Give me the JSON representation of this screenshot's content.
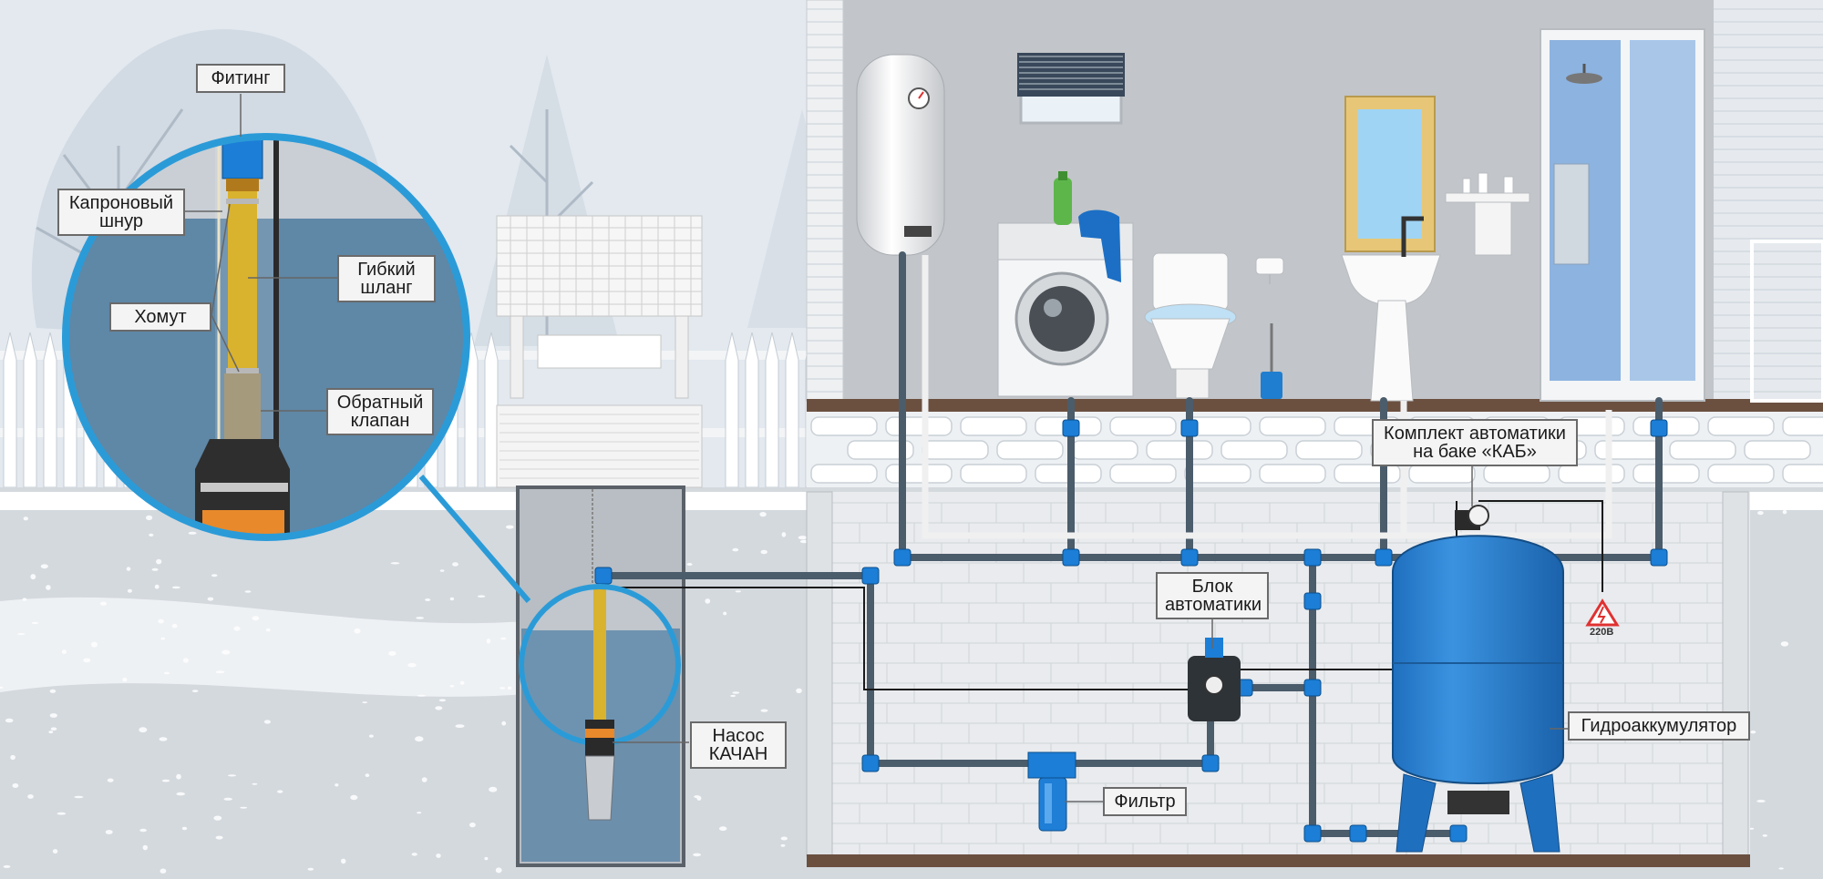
{
  "labels": {
    "fitting": "Фитинг",
    "nylon_cord": [
      "Капроновый",
      "шнур"
    ],
    "flexible_hose": [
      "Гибкий",
      "шланг"
    ],
    "clamp": "Хомут",
    "check_valve": [
      "Обратный",
      "клапан"
    ],
    "pump": [
      "Насос",
      "КАЧАН"
    ],
    "automation_block": [
      "Блок",
      "автоматики"
    ],
    "automation_kit": [
      "Комплект автоматики",
      "на баке «КАБ»"
    ],
    "accumulator": "Гидроаккумулятор",
    "filter": "Фильтр",
    "voltage": "220В"
  },
  "colors": {
    "pipe": "#4b5c6b",
    "coupling": "#1c7ed6",
    "tank": "#2f86d8",
    "magnifier_ring": "#2b9bd8",
    "water": "#5f8aa8",
    "hose": "#d9b22e",
    "soil": "#d2d6da",
    "house_wall": "#c4c7cb",
    "floor": "#6b5040",
    "hazard": "#e03131"
  },
  "icons": {
    "water_heater": "boiler-icon",
    "washing_machine": "washing-machine-icon",
    "toilet": "toilet-icon",
    "sink": "sink-icon",
    "shower": "shower-cabin-icon",
    "hazard": "high-voltage-icon"
  }
}
